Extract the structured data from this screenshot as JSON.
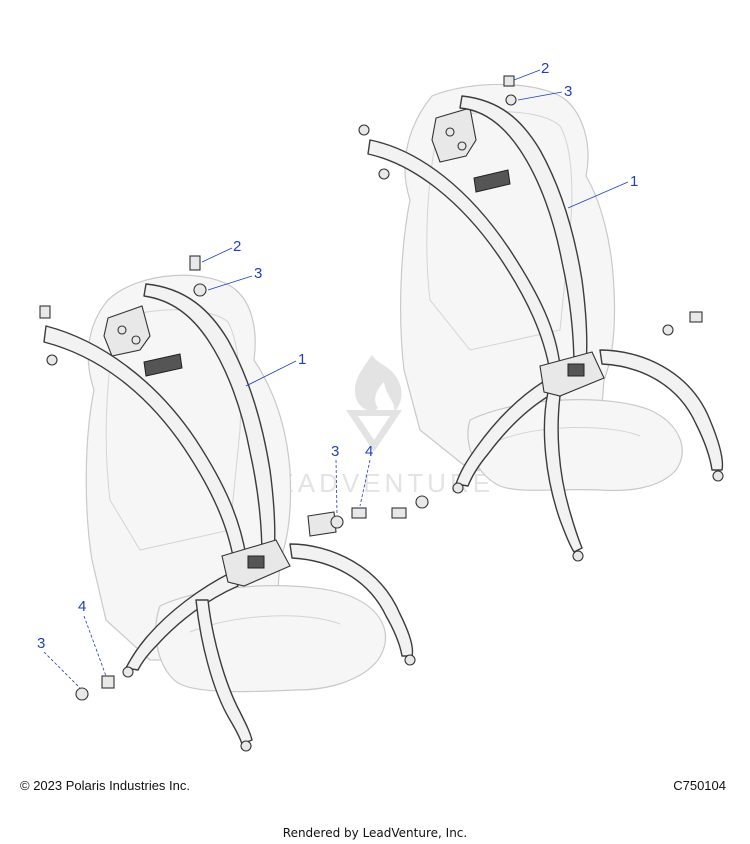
{
  "watermark": {
    "text": "LEADVENTURE"
  },
  "callouts": {
    "right_seat": {
      "belt": "1",
      "bolt": "2",
      "nut": "3"
    },
    "left_seat": {
      "belt": "1",
      "bolt": "2",
      "nut": "3"
    },
    "center": {
      "nut": "3",
      "bolt": "4"
    },
    "bottom_left": {
      "nut": "3",
      "bolt": "4"
    }
  },
  "footer": {
    "copyright": "© 2023 Polaris Industries Inc.",
    "part_code": "C750104",
    "rendered_by": "Rendered by LeadVenture, Inc."
  }
}
